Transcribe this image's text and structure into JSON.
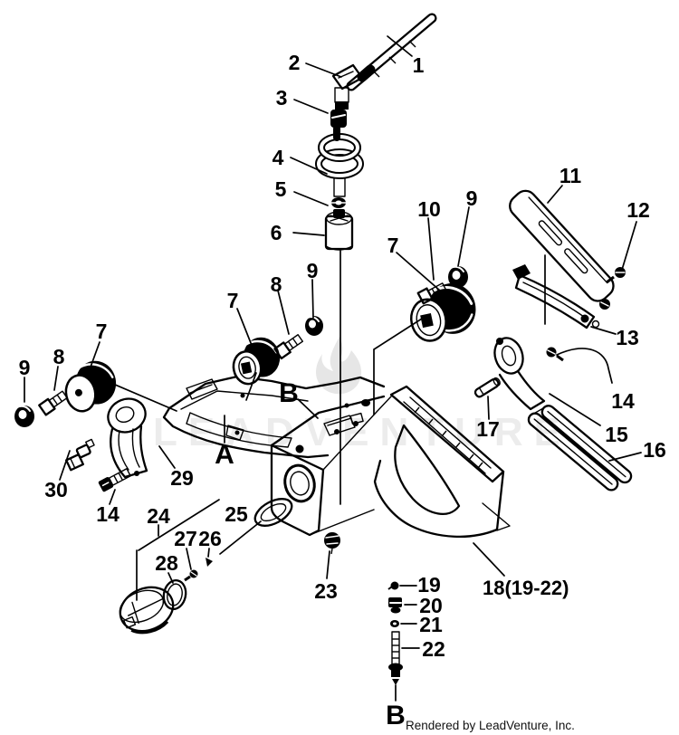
{
  "diagram": {
    "type": "exploded-parts-diagram",
    "colors": {
      "background": "#ffffff",
      "line": "#000000",
      "watermark": "#ececec"
    },
    "parts": {
      "p1": "1",
      "p2": "2",
      "p3": "3",
      "p4": "4",
      "p5": "5",
      "p6": "6",
      "p7": "7",
      "p8": "8",
      "p9": "9",
      "p10": "10",
      "p11": "11",
      "p12": "12",
      "p13": "13",
      "p14": "14",
      "p15": "15",
      "p16": "16",
      "p17": "17",
      "p19": "19",
      "p20": "20",
      "p21": "21",
      "p22": "22",
      "p23": "23",
      "p24": "24",
      "p25": "25",
      "p26": "26",
      "p27": "27",
      "p28": "28",
      "p29": "29",
      "p30": "30"
    },
    "group_label": "18(19-22)",
    "section_labels": {
      "a": "A",
      "b": "B",
      "b_bottom": "B"
    },
    "watermark": {
      "text": "LEADVENTURE"
    },
    "credit": "Rendered by LeadVenture, Inc."
  }
}
